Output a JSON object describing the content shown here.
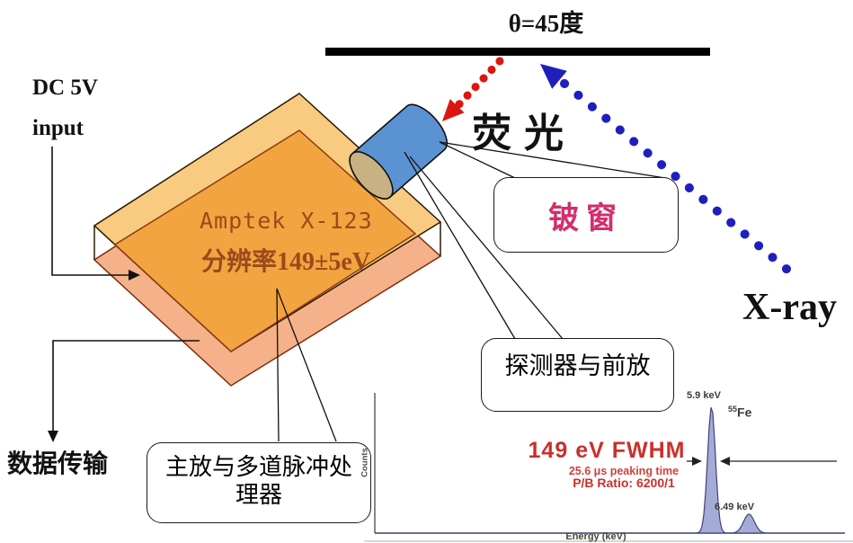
{
  "scene": {
    "theta_label": "θ=45度",
    "power_label_line1": "DC 5V",
    "power_label_line2": "input",
    "device_label_line1": "Amptek X-123",
    "device_label_line2": "分辨率149±5eV",
    "fluorescence_label": "荧光",
    "xray_label": "X-ray",
    "data_transfer_label": "数据传输",
    "beryllium_window_label": "铍窗",
    "detector_preamp_label": "探测器与前放",
    "main_amp_label_line1": "主放与多道脉冲处",
    "main_amp_label_line2": "理器"
  },
  "colors": {
    "box_top": "#F8CB80",
    "box_panel": "#F2A440",
    "box_bottom": "#F5B189",
    "cylinder_body": "#5B93D2",
    "cylinder_cap": "#C8B283",
    "fluorescence_arrow": "#DD1510",
    "xray_arrow": "#1F1FBE",
    "beryllium_label_color": "#D12E6E",
    "annotation_red": "#C9302C",
    "peak_fill": "#A3ABD6",
    "peak_stroke": "#3F4377",
    "sample_bar": "#000000"
  },
  "chart_data": {
    "type": "area",
    "title": "",
    "xlabel": "Energy (keV)",
    "ylabel": "Counts",
    "source_isotope_sup": "55",
    "source_isotope": "Fe",
    "annotations": {
      "fwhm": "149 eV FWHM",
      "peaking_time": "25.6 μs peaking time",
      "pb_ratio": "P/B Ratio: 6200/1",
      "peak1_label": "5.9 keV",
      "peak2_label": "6.49 keV"
    },
    "x_range_kev": [
      0.6,
      8.0
    ],
    "grid": false,
    "legend": false,
    "peaks": [
      {
        "center_kev": 5.9,
        "sigma_kev": 0.062,
        "rel_height": 1.0
      },
      {
        "center_kev": 6.49,
        "sigma_kev": 0.085,
        "rel_height": 0.15
      }
    ]
  }
}
